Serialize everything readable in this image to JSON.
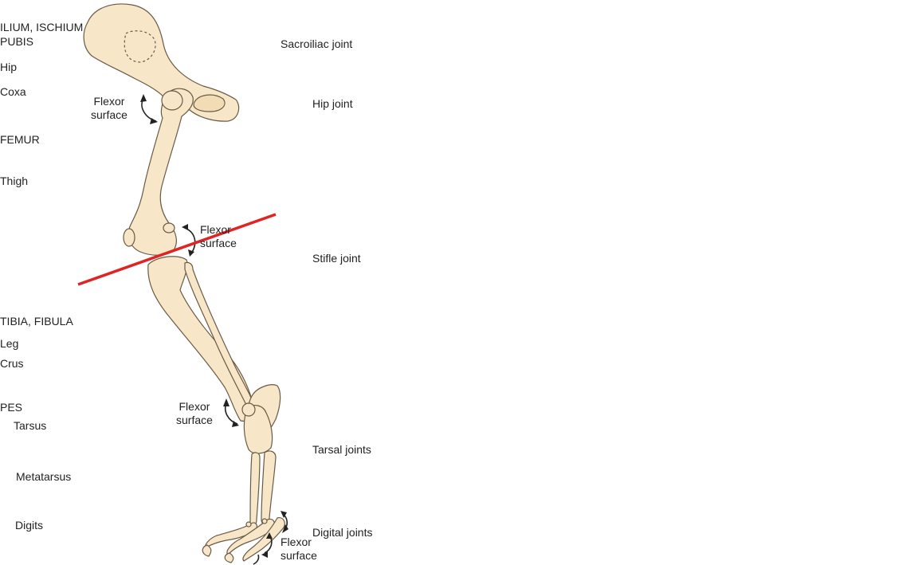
{
  "left_labels": {
    "ilium": "ILIUM, ISCHIUM",
    "pubis": "PUBIS",
    "hip": "Hip",
    "coxa": "Coxa",
    "femur": "FEMUR",
    "thigh": "Thigh",
    "tibia": "TIBIA, FIBULA",
    "leg": "Leg",
    "crus": "Crus",
    "pes": "PES",
    "tarsus": "Tarsus",
    "metatarsus": "Metatarsus",
    "digits": "Digits"
  },
  "right_labels": {
    "sacroiliac": "Sacroiliac joint",
    "hip_joint": "Hip joint",
    "stifle_joint": "Stifle joint",
    "tarsal_joints": "Tarsal joints",
    "digital_joints": "Digital joints"
  },
  "flexor": {
    "hip": [
      "Flexor",
      "surface"
    ],
    "stifle": [
      "Flexor",
      "surface"
    ],
    "tarsal": [
      "Flexor",
      "surface"
    ],
    "digital": [
      "Flexor",
      "surface"
    ]
  },
  "colors": {
    "bone_fill": "#f7e7c8",
    "bone_outline": "#6a5a45",
    "cut_line": "#e02424",
    "arrow": "#222222"
  }
}
